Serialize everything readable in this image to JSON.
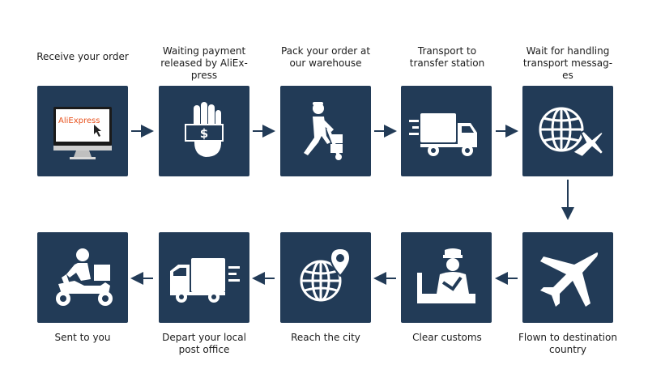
{
  "steps": [
    {
      "label": "Receive your order",
      "icon": "computer-aliexpress-icon",
      "screen_text": "AliExpress"
    },
    {
      "label": "Waiting payment\nreleased by AliEx-\npress",
      "icon": "hand-dollar-icon",
      "symbol": "$"
    },
    {
      "label": "Pack your order at\nour warehouse",
      "icon": "delivery-worker-icon"
    },
    {
      "label": "Transport to\ntransfer station",
      "icon": "truck-icon"
    },
    {
      "label": "Wait for handling\ntransport messag-\nes",
      "icon": "globe-airplane-icon"
    },
    {
      "label": "Flown to destination\ncountry",
      "icon": "airplane-icon"
    },
    {
      "label": "Clear customs",
      "icon": "customs-officer-icon"
    },
    {
      "label": "Reach the city",
      "icon": "globe-pin-icon"
    },
    {
      "label": "Depart your local\npost office",
      "icon": "fast-truck-icon"
    },
    {
      "label": "Sent to you",
      "icon": "scooter-courier-icon"
    }
  ],
  "colors": {
    "box": "#223b57",
    "arrow": "#223b57",
    "icon": "#ffffff",
    "brand": "#e8531f"
  }
}
